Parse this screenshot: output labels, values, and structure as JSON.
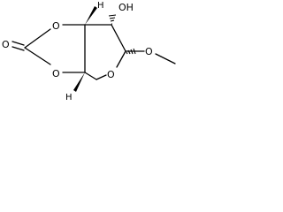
{
  "atoms": {
    "carbonyl_o": "O",
    "ring_o_top": "O",
    "ring_o_bottom": "O",
    "ring_o_pyran": "O",
    "methoxy_o": "O",
    "hydroxyl": "OH",
    "h_top": "H",
    "h_bottom": "H"
  },
  "colors": {
    "bond": "#000000",
    "background": "#ffffff"
  }
}
